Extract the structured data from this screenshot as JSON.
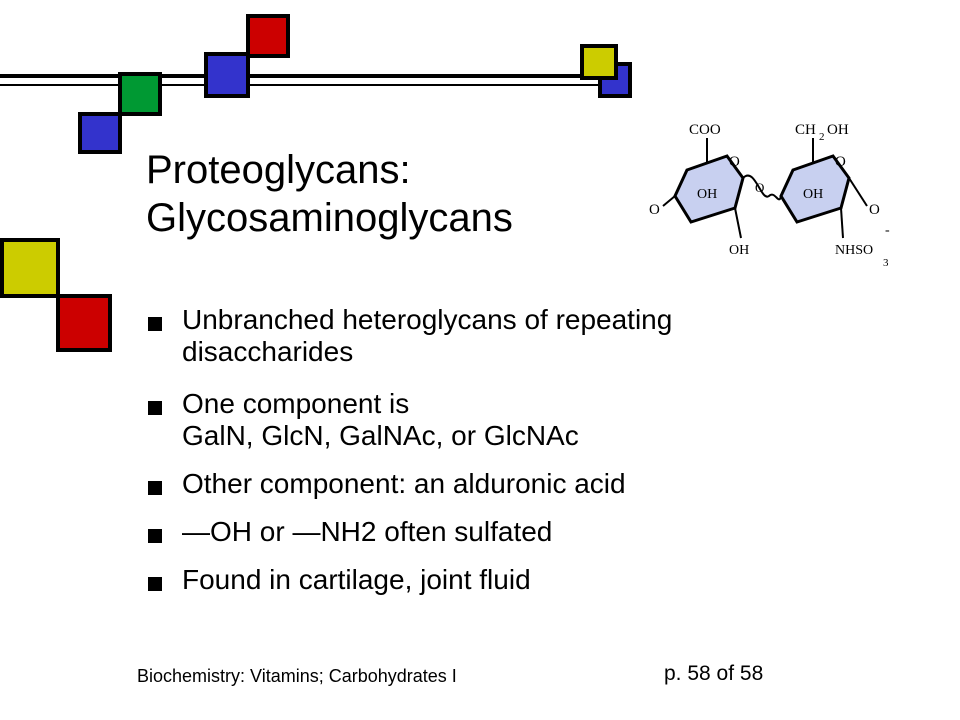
{
  "slide": {
    "title_lines": [
      "Proteoglycans:",
      "Glycosaminoglycans"
    ],
    "bullets": [
      {
        "lines": [
          "Unbranched heteroglycans of repeating",
          "disaccharides"
        ]
      },
      {
        "lines": [
          "One component is",
          "GalN, GlcN, GalNAc, or GlcNAc"
        ]
      },
      {
        "lines": [
          "Other component: an alduronic acid"
        ]
      },
      {
        "lines": [
          "—OH or —NH2 often sulfated"
        ]
      },
      {
        "lines": [
          "Found in cartilage, joint fluid"
        ]
      }
    ],
    "footer_left": "Biochemistry: Vitamins; Carbohydrates I",
    "footer_right": "p. 58 of 58"
  },
  "molecule": {
    "labels": {
      "coo": "COO",
      "ch2oh_left": "CH",
      "ch2oh_sub": "2",
      "ch2oh_right": "OH",
      "oh_ring1": "OH",
      "oh_ring2": "OH",
      "oh_bottom": "OH",
      "nhso": "NHSO",
      "nhso_sub": "3",
      "minus": "-",
      "o_ring1": "O",
      "o_ring2": "O",
      "o_left": "O",
      "o_right": "O",
      "o_link": "O"
    }
  },
  "colors": {
    "blue": "#3333cc",
    "green": "#009933",
    "red": "#cc0000",
    "yellow": "#cccc00",
    "ring_fill": "#c8d0f0"
  }
}
